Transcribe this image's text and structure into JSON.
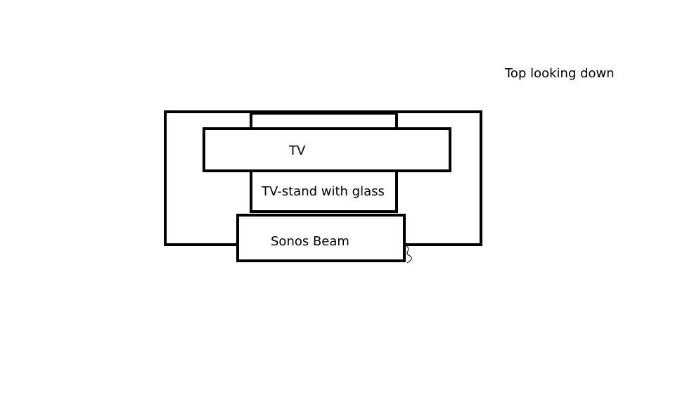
{
  "caption": "Top looking down",
  "labels": {
    "tv": "TV",
    "tv_stand": "TV-stand with glass",
    "sonos_beam": "Sonos Beam"
  },
  "colors": {
    "stroke": "#000000",
    "background": "#ffffff"
  }
}
